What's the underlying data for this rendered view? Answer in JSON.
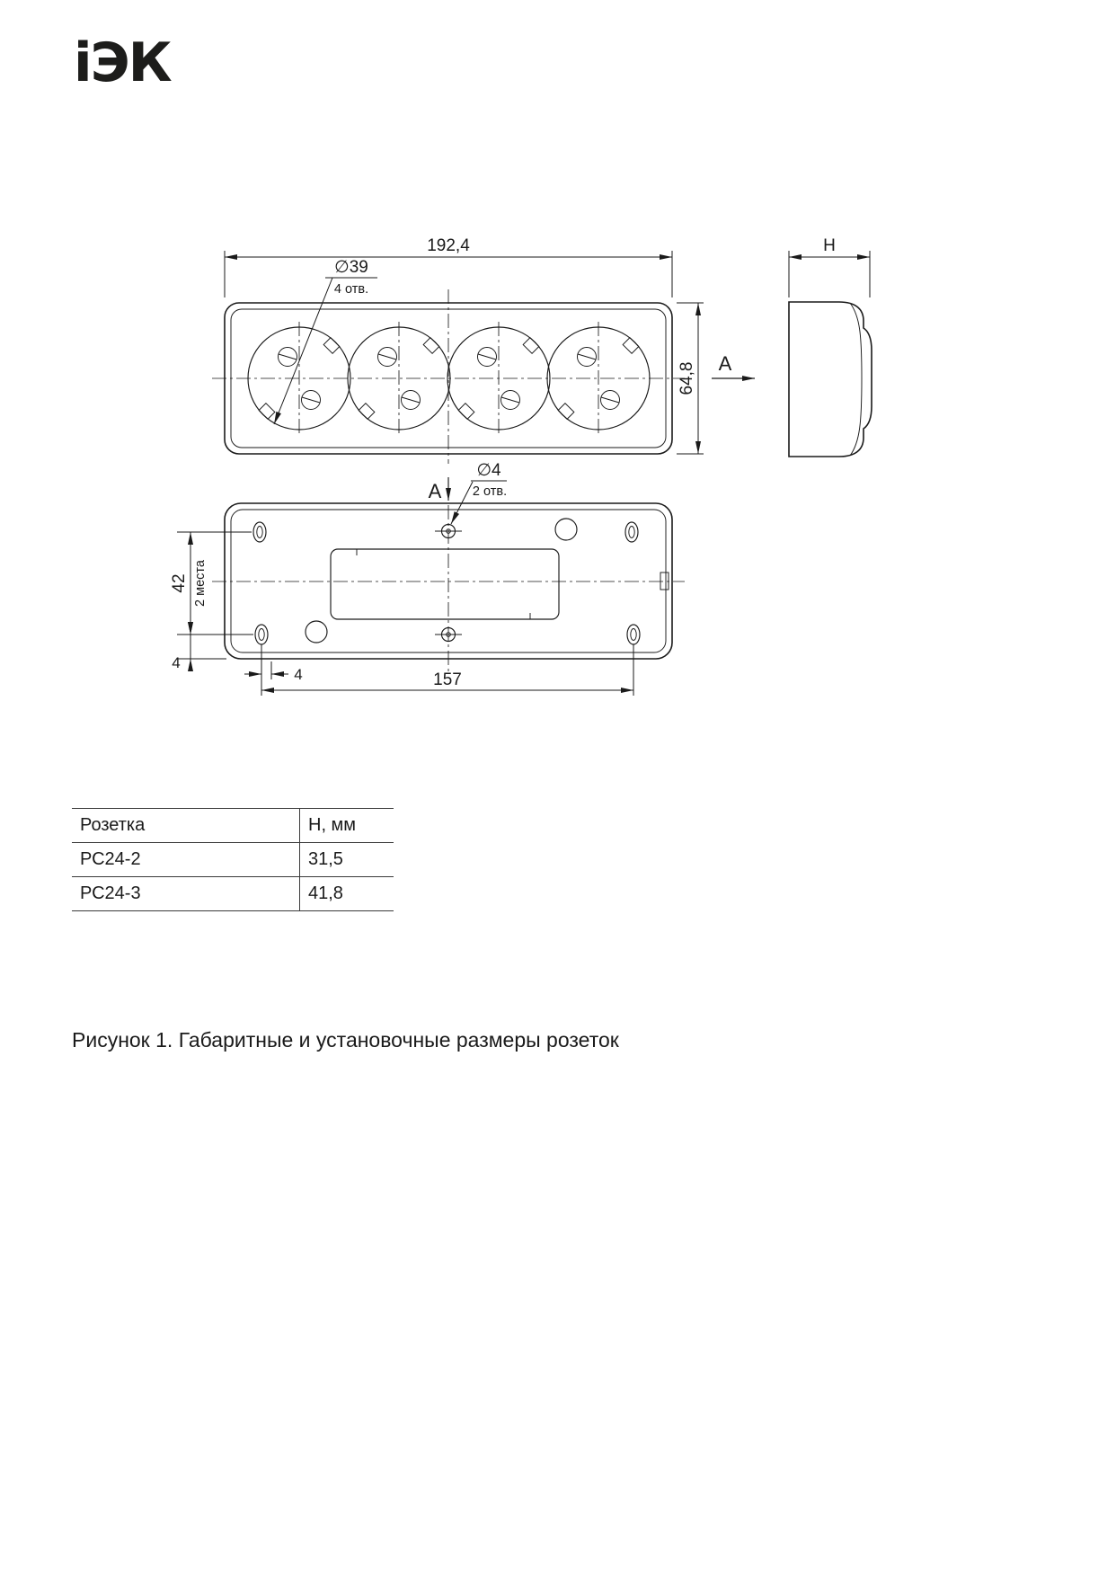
{
  "logo": {
    "text": "iЭК"
  },
  "front_view": {
    "dim_width": "192,4",
    "dim_height": "64,8",
    "hole_diameter": "∅39",
    "hole_note": "4 отв.",
    "section_label": "A"
  },
  "side_view": {
    "dim_height": "H"
  },
  "bottom_view": {
    "hole_diameter": "∅4",
    "hole_note": "2 отв.",
    "section_label": "A",
    "dim_hole_spacing_v": "42",
    "dim_hole_spacing_note": "2 места",
    "dim_edge_v": "4",
    "dim_slot_h": "4",
    "dim_hole_spacing_h": "157"
  },
  "table": {
    "headers": [
      "Розетка",
      "Н, мм"
    ],
    "rows": [
      {
        "model": "РС24-2",
        "h": "31,5"
      },
      {
        "model": "РС24-3",
        "h": "41,8"
      }
    ]
  },
  "caption": "Рисунок 1. Габаритные и установочные размеры розеток"
}
